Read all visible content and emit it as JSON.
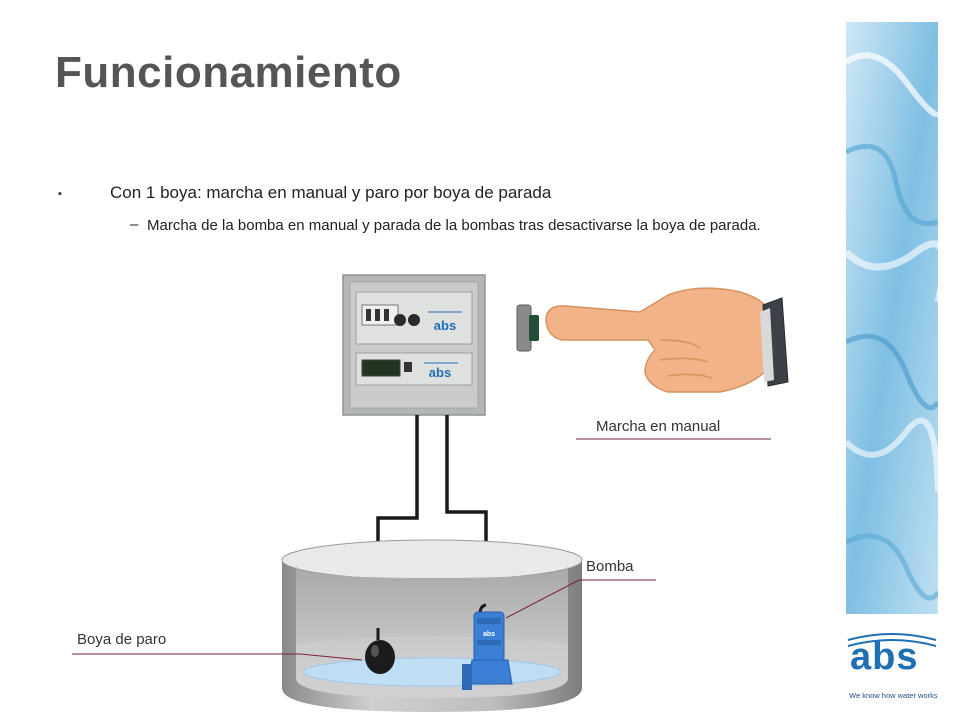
{
  "title": "Funcionamiento",
  "bullet": {
    "marker": "▪",
    "text": "Con 1 boya: marcha en manual y paro por boya de parada"
  },
  "sub_bullet": {
    "marker": "–",
    "text": "Marcha de la bomba en manual y parada de la bombas tras desactivarse la boya de parada."
  },
  "labels": {
    "marcha": "Marcha en manual",
    "bomba": "Bomba",
    "boya": "Boya de paro"
  },
  "panel_logos": [
    "abs",
    "abs"
  ],
  "pump_logo": "abs",
  "brand": {
    "logo": "abs",
    "tagline": "We know how water works",
    "color": "#1f6fb3"
  },
  "colors": {
    "leader_line": "#7a1f3a",
    "water": "#bfe0f7",
    "pump": "#3a7fd5",
    "skin": "#f2b389"
  }
}
